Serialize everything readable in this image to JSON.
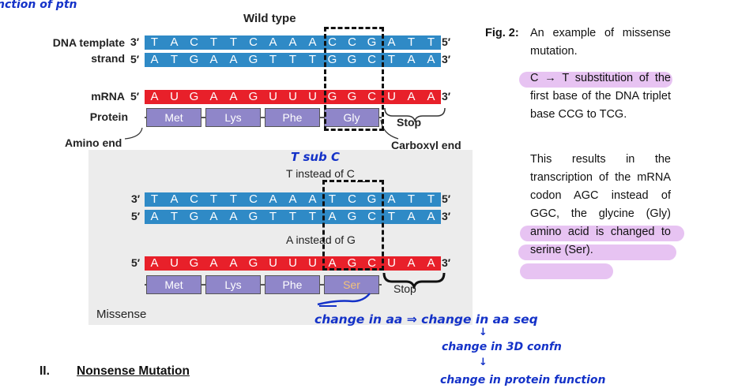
{
  "top_handwriting": "nction of ptn",
  "wild_type_label": "Wild type",
  "dna_template_label": "DNA template",
  "strand_label": "strand",
  "mrna_label": "mRNA",
  "protein_label": "Protein",
  "amino_end_label": "Amino end",
  "carboxyl_end_label": "Carboxyl end",
  "prime3": "3′",
  "prime5": "5′",
  "wild": {
    "template": [
      "T",
      "A",
      "C",
      "T",
      "T",
      "C",
      "A",
      "A",
      "A",
      "C",
      "C",
      "G",
      "A",
      "T",
      "T"
    ],
    "coding": [
      "A",
      "T",
      "G",
      "A",
      "A",
      "G",
      "T",
      "T",
      "T",
      "G",
      "G",
      "C",
      "T",
      "A",
      "A"
    ],
    "mrna": [
      "A",
      "U",
      "G",
      "A",
      "A",
      "G",
      "U",
      "U",
      "U",
      "G",
      "G",
      "C",
      "U",
      "A",
      "A"
    ],
    "proteins": [
      "Met",
      "Lys",
      "Phe",
      "Gly"
    ],
    "stop": "Stop"
  },
  "mut": {
    "sub_note": "T sub C",
    "t_instead": "T instead of C",
    "a_instead": "A instead of G",
    "template": [
      "T",
      "A",
      "C",
      "T",
      "T",
      "C",
      "A",
      "A",
      "A",
      "T",
      "C",
      "G",
      "A",
      "T",
      "T"
    ],
    "coding": [
      "A",
      "T",
      "G",
      "A",
      "A",
      "G",
      "T",
      "T",
      "T",
      "A",
      "G",
      "C",
      "T",
      "A",
      "A"
    ],
    "mrna": [
      "A",
      "U",
      "G",
      "A",
      "A",
      "G",
      "U",
      "U",
      "U",
      "A",
      "G",
      "C",
      "U",
      "A",
      "A"
    ],
    "proteins": [
      "Met",
      "Lys",
      "Phe",
      "Ser"
    ],
    "stop": "Stop",
    "missense_label": "Missense"
  },
  "caption": {
    "fig": "Fig. 2:",
    "title": "An example of missense mutation.",
    "p1": "C → T substitution of the first base of the DNA triplet base CCG to TCG.",
    "p2": "This results in the transcription of the mRNA codon AGC instead of GGC, the glycine (Gly) amino acid is changed to serine (Ser)."
  },
  "notes": {
    "line1": "change in aa ⇒ change in aa seq",
    "arrow": "↓",
    "line2": "change in 3D confn",
    "line3": "change in protein function"
  },
  "section": {
    "number": "II.",
    "title": "Nonsense Mutation"
  },
  "colors": {
    "dna_blue": "#2f8ac6",
    "rna_red": "#e8202a",
    "protein_purple": "#8f86c9",
    "ser_text": "#f2c27a",
    "ink_blue": "#1432c8",
    "highlight": "#e7c3f2"
  }
}
